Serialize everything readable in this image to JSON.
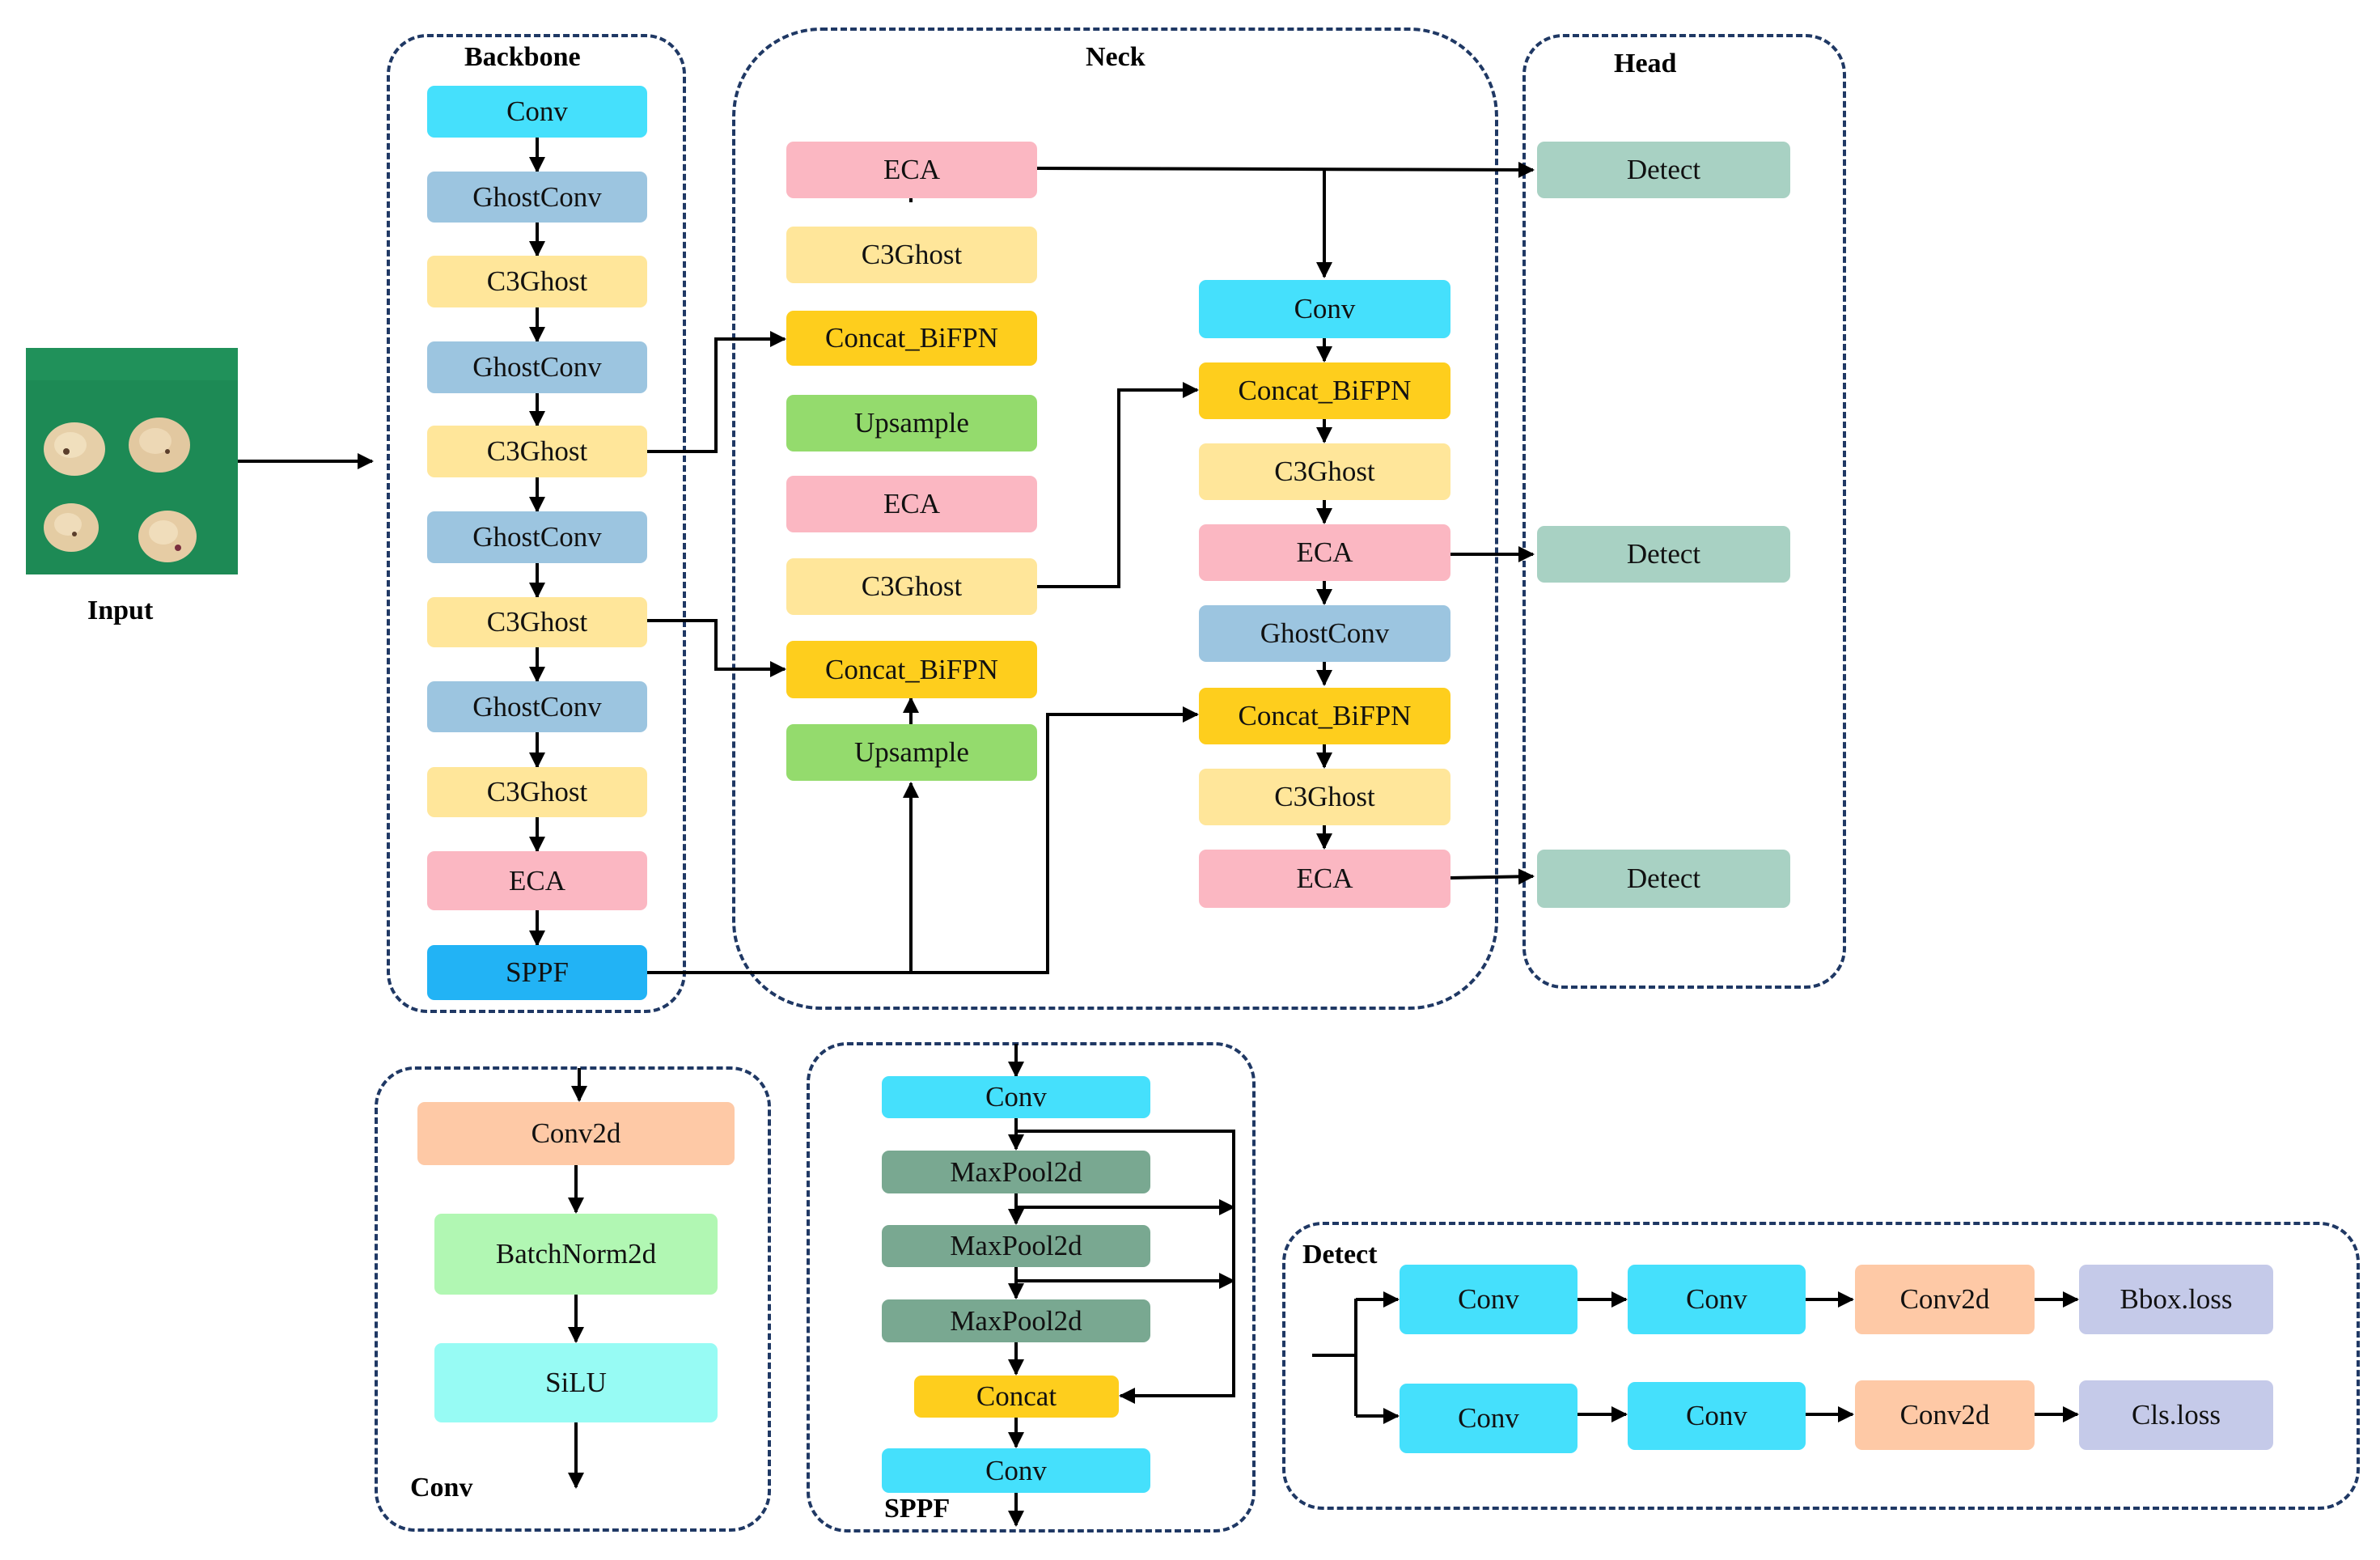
{
  "groups": {
    "backbone": "Backbone",
    "neck": "Neck",
    "head": "Head",
    "conv": "Conv",
    "sppf": "SPPF",
    "detect": "Detect"
  },
  "input": {
    "label": "Input"
  },
  "backbone": [
    "Conv",
    "GhostConv",
    "C3Ghost",
    "GhostConv",
    "C3Ghost",
    "GhostConv",
    "C3Ghost",
    "GhostConv",
    "C3Ghost",
    "ECA",
    "SPPF"
  ],
  "neck": {
    "left": [
      "ECA",
      "C3Ghost",
      "Concat_BiFPN",
      "Upsample",
      "ECA",
      "C3Ghost",
      "Concat_BiFPN",
      "Upsample"
    ],
    "right": [
      "Conv",
      "Concat_BiFPN",
      "C3Ghost",
      "ECA",
      "GhostConv",
      "Concat_BiFPN",
      "C3Ghost",
      "ECA"
    ]
  },
  "head": [
    "Detect",
    "Detect",
    "Detect"
  ],
  "conv_module": [
    "Conv2d",
    "BatchNorm2d",
    "SiLU"
  ],
  "sppf_module": [
    "Conv",
    "MaxPool2d",
    "MaxPool2d",
    "MaxPool2d",
    "Concat",
    "Conv"
  ],
  "detect_module": {
    "row1": [
      "Conv",
      "Conv",
      "Conv2d",
      "Bbox.loss"
    ],
    "row2": [
      "Conv",
      "Conv",
      "Conv2d",
      "Cls.loss"
    ]
  },
  "colors": {
    "conv": "#45e0fc",
    "ghostconv": "#9cc5e0",
    "c3ghost": "#ffe69a",
    "eca": "#fbb7c2",
    "sppf": "#22b3f5",
    "concat": "#fece1d",
    "upsample": "#94db6d",
    "detect": "#a8d1c3",
    "conv2d": "#fec9a6",
    "batchnorm2d": "#b1f7b3",
    "silu": "#97fbf4",
    "maxpool2d": "#79a891",
    "loss": "#c5cae9",
    "border": "#1f3864"
  }
}
